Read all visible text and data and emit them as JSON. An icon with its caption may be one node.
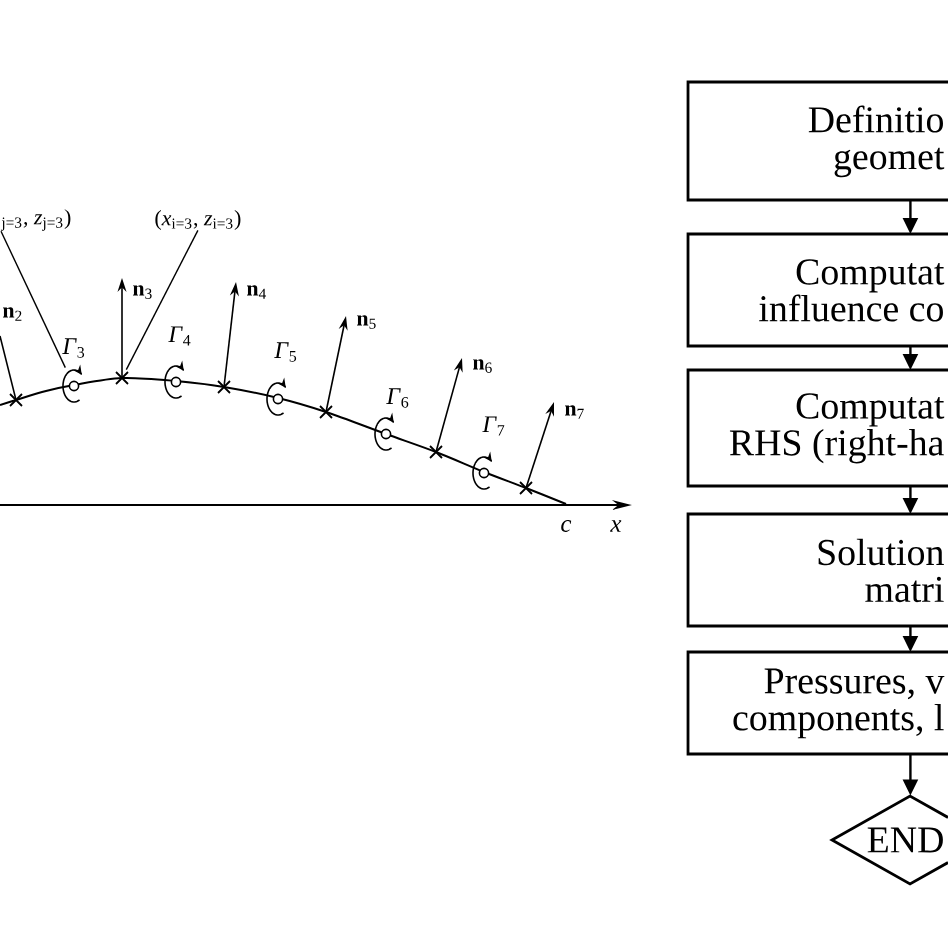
{
  "diagram": {
    "nodes": [
      {
        "text": [
          "$_{j=3}$, *z*$_{j=3}$)"
        ]
      },
      {
        "text": [
          "(*x*$_{i=3}$, *z*$_{i=3}$)"
        ]
      },
      {
        "text": [],
        "shape": "circle",
        "beside": [
          "*Γ*$_{3}$"
        ]
      },
      {
        "text": [],
        "shape": "cross"
      },
      {
        "text": [
          "Definitio geomet"
        ]
      },
      {
        "text": [
          "Computat influence co"
        ]
      },
      {
        "text": [
          "Computat RHS (right-ha"
        ]
      },
      {
        "text": [
          "Solution matri"
        ]
      },
      {
        "text": [
          "Pressures, v components, l"
        ]
      },
      {
        "text": [
          "END"
        ]
      }
    ],
    "edges": [
      {
        "from": 0,
        "to": 2,
        "arrow": "none"
      },
      {
        "from": 1,
        "to": 3,
        "arrow": "none"
      },
      {
        "from": 4,
        "to": 5,
        "arrow": "to"
      },
      {
        "from": 5,
        "to": 6,
        "arrow": "to"
      },
      {
        "from": 6,
        "to": 7,
        "arrow": "to"
      },
      {
        "from": 7,
        "to": 8,
        "arrow": "to"
      },
      {
        "from": 8,
        "to": 9,
        "arrow": "to"
      }
    ],
    "labels": [
      "**n**$_{2}$",
      "**n**$_{3}$",
      "*Γ*$_{4}$",
      "**n**$_{4}$",
      "*Γ*$_{5}$",
      "**n**$_{5}$",
      "*Γ*$_{6}$",
      "**n**$_{6}$",
      "*Γ*$_{7}$",
      "**n**$_{7}$",
      "c",
      "x"
    ]
  }
}
